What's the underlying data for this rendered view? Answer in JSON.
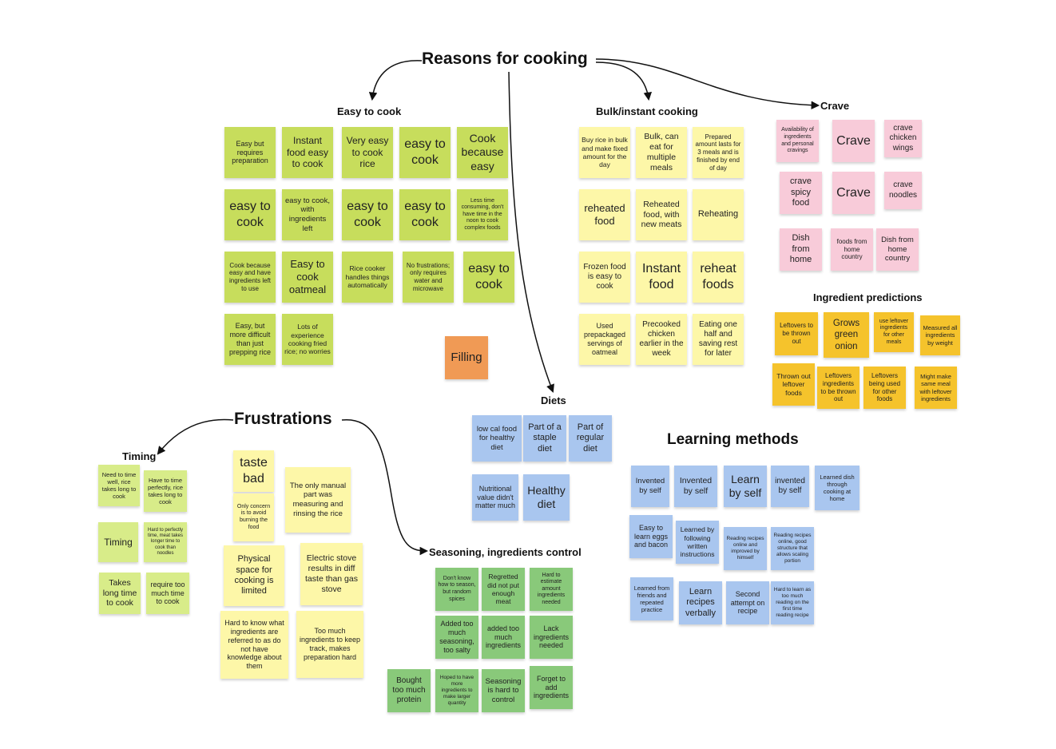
{
  "titles": {
    "reasons": "Reasons for cooking",
    "easy": "Easy to cook",
    "bulk": "Bulk/instant cooking",
    "crave": "Crave",
    "ingredient_predictions": "Ingredient predictions",
    "diets": "Diets",
    "frustrations": "Frustrations",
    "timing": "Timing",
    "seasoning": "Seasoning, ingredients control",
    "learning": "Learning methods"
  },
  "notes": {
    "easy": [
      "Easy but requires preparation",
      "Instant food easy to cook",
      "Very easy to cook rice",
      "easy to cook",
      "Cook because easy",
      "easy to cook",
      "easy to cook, with ingredients left",
      "easy to cook",
      "easy to cook",
      "Less time consuming, don't have time in the noon to cook complex foods",
      "Cook because easy and have ingredients left to use",
      "Easy to cook oatmeal",
      "Rice cooker handles things automatically",
      "No frustrations; only requires water and microwave",
      "easy to cook",
      "Easy, but more difficult than just prepping rice",
      "Lots of experience cooking fried rice; no worries"
    ],
    "filling": "Filling",
    "bulk": [
      "Buy rice in bulk and make fixed amount for the day",
      "Bulk, can eat for multiple meals",
      "Prepared amount lasts for 3 meals and is finished by end of day",
      "reheated food",
      "Reheated food, with new meats",
      "Reheating",
      "Frozen food is easy to cook",
      "Instant food",
      "reheat foods",
      "Used prepackaged servings of oatmeal",
      "Precooked chicken earlier in the week",
      "Eating one half and saving rest for later"
    ],
    "crave": [
      "Availability of ingredients and personal cravings",
      "Crave",
      "crave chicken wings",
      "crave spicy food",
      "Crave",
      "crave noodles",
      "Dish from home",
      "foods from home country",
      "Dish from home country"
    ],
    "predictions": [
      "Leftovers to be thrown out",
      "Grows green onion",
      "use leftover ingredients for other meals",
      "Measured all ingredients by weight",
      "Thrown out leftover foods",
      "Leftovers ingredients to be thrown out",
      "Leftovers being used for other foods",
      "Might make same meal with leftover ingredients"
    ],
    "diets": [
      "low cal food for healthy diet",
      "Part of a staple diet",
      "Part of regular diet",
      "Nutritional value didn't matter much",
      "Healthy diet"
    ],
    "timing": [
      "Need to time well, rice takes long to cook",
      "Have to time perfectly, rice takes long to cook",
      "Timing",
      "Hard to perfectly time, meat takes longer time to cook than noodles",
      "Takes long time to cook",
      "require too much time to cook"
    ],
    "frustr": [
      "taste bad",
      "The only manual part was measuring and rinsing the rice",
      "Only concern is to avoid burning the food",
      "Physical space for cooking is limited",
      "Electric stove results in diff taste than gas stove",
      "Hard to know what ingredients are referred to as do not have knowledge about them",
      "Too much ingredients to keep track, makes preparation hard"
    ],
    "seasoning": [
      "Don't know how to season, but random spices",
      "Regretted did not put enough meat",
      "Hard to estimate amount ingredients needed",
      "Added too much seasoning, too salty",
      "added too much ingredients",
      "Lack ingredients needed",
      "Bought too much protein",
      "Hoped to have more ingredients to make larger quantity",
      "Seasoning is hard to control",
      "Forget to add ingredients"
    ],
    "learning": [
      "Invented by self",
      "Invented by self",
      "Learn by self",
      "invented by self",
      "Learned dish through cooking at home",
      "Easy to learn eggs and bacon",
      "Learned by following written instructions",
      "Reading recipes online and improved by himself",
      "Reading recipes online, good structure that allows scaling portion",
      "Learned from friends and repeated practice",
      "Learn recipes verbally",
      "Second attempt on recipe",
      "Hard to learn as too much reading on the first time reading recipe"
    ]
  },
  "colors": {
    "green": "#c7dd5c",
    "yellow": "#fdf7a8",
    "pink": "#f8cbd9",
    "gold": "#f5c32c",
    "blue": "#a9c6ef",
    "darkgreen": "#89c97a",
    "orange": "#f09a55"
  }
}
